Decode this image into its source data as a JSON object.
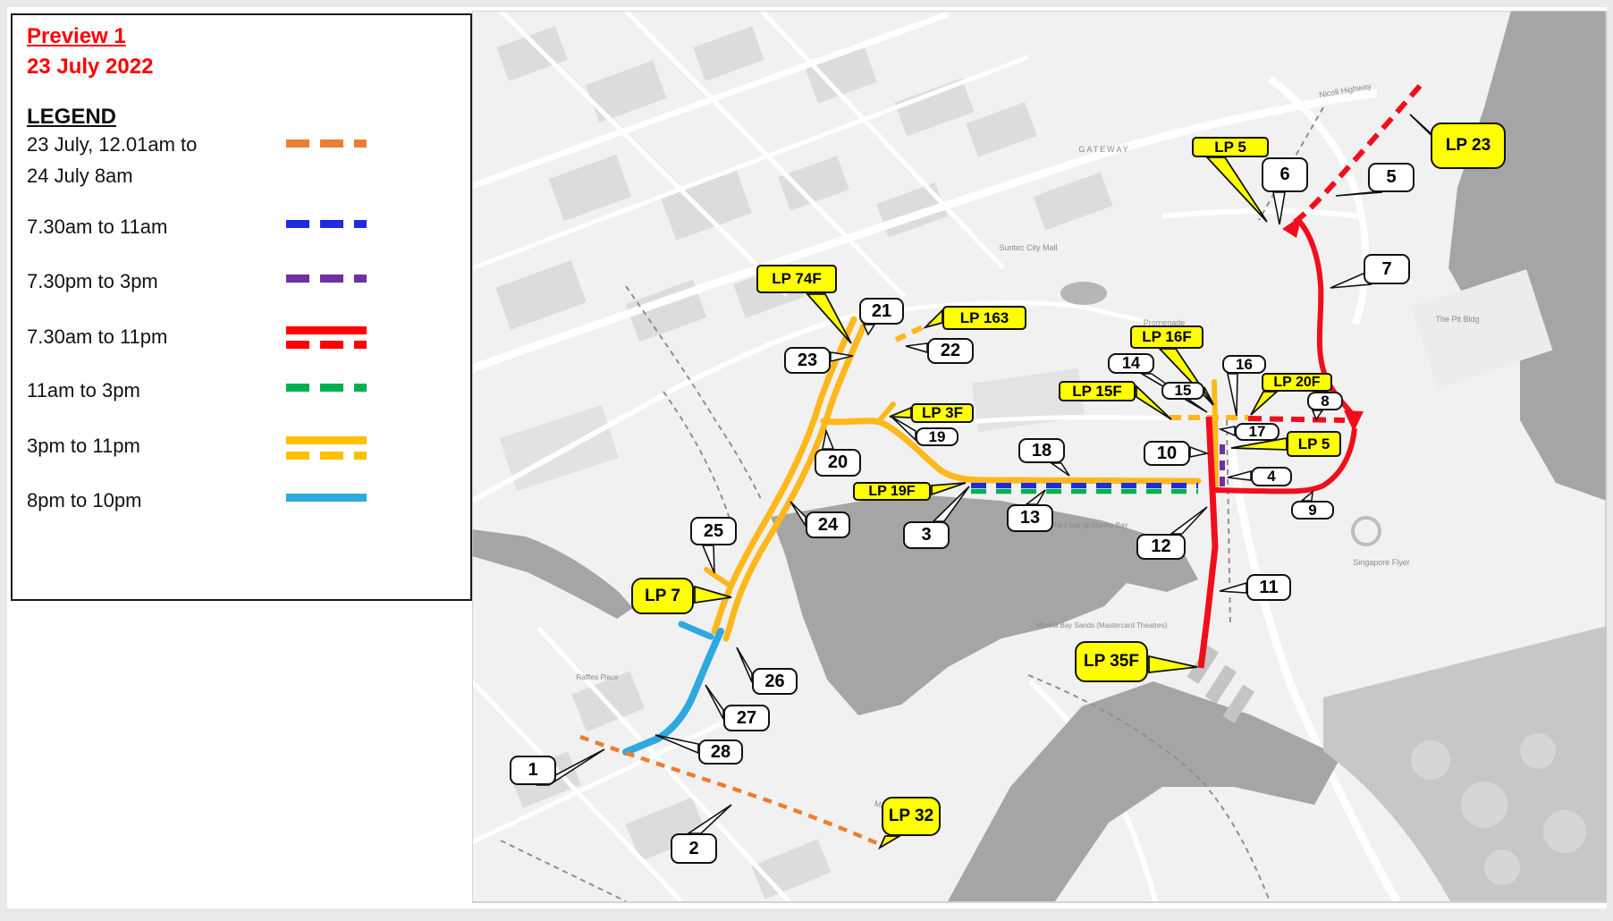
{
  "header": {
    "title": "Preview 1",
    "date": "23 July 2022"
  },
  "legend": {
    "heading": "LEGEND",
    "items": [
      {
        "label_line1": "23 July, 12.01am to",
        "label_line2": "24 July 8am",
        "color": "#ED7D31",
        "style": "dashed"
      },
      {
        "label_line1": "7.30am to 11am",
        "label_line2": "",
        "color": "#1E2BE0",
        "style": "dashed"
      },
      {
        "label_line1": "7.30pm to 3pm",
        "label_line2": "",
        "color": "#7030A0",
        "style": "dashed"
      },
      {
        "label_line1": "7.30am to 11pm",
        "label_line2": "",
        "color": "#FF0000",
        "style": "solid_and_dashed"
      },
      {
        "label_line1": "11am to 3pm",
        "label_line2": "",
        "color": "#00B050",
        "style": "dashed"
      },
      {
        "label_line1": "3pm to 11pm",
        "label_line2": "",
        "color": "#FFC000",
        "style": "solid_and_dashed"
      },
      {
        "label_line1": "8pm to 10pm",
        "label_line2": "",
        "color": "#2EA9E0",
        "style": "solid"
      }
    ]
  },
  "map": {
    "lp_labels": [
      {
        "id": "lp5-north",
        "label": "LP 5"
      },
      {
        "id": "lp23",
        "label": "LP 23"
      },
      {
        "id": "lp74f",
        "label": "LP 74F"
      },
      {
        "id": "lp163",
        "label": "LP 163"
      },
      {
        "id": "lp16f",
        "label": "LP 16F"
      },
      {
        "id": "lp20f",
        "label": "LP 20F"
      },
      {
        "id": "lp15f",
        "label": "LP 15F"
      },
      {
        "id": "lp3f",
        "label": "LP 3F"
      },
      {
        "id": "lp19f",
        "label": "LP 19F"
      },
      {
        "id": "lp5-east",
        "label": "LP 5"
      },
      {
        "id": "lp7",
        "label": "LP 7"
      },
      {
        "id": "lp35f",
        "label": "LP 35F"
      },
      {
        "id": "lp32",
        "label": "LP 32"
      }
    ],
    "numbered_callouts": [
      "1",
      "2",
      "3",
      "4",
      "5",
      "6",
      "7",
      "8",
      "9",
      "10",
      "11",
      "12",
      "13",
      "14",
      "15",
      "16",
      "17",
      "18",
      "19",
      "20",
      "21",
      "22",
      "23",
      "24",
      "25",
      "26",
      "27",
      "28"
    ],
    "base_labels": [
      "Suntec City Mall",
      "GATEWAY",
      "Nicoll Highway",
      "The Pit Bldg",
      "Singapore Flyer",
      "Promenade",
      "Marina Bay Sands (Mastercard Theatres)",
      "The Float @ Marina Bay",
      "Raffles Place",
      "Marina Blvd"
    ]
  }
}
